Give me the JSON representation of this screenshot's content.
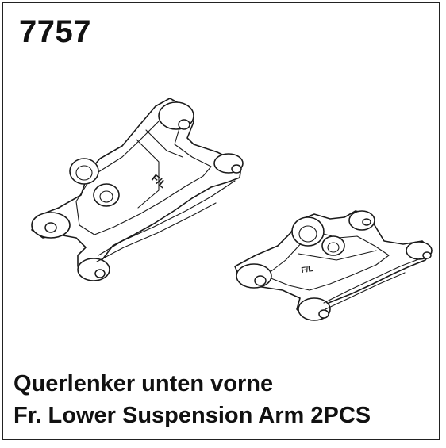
{
  "part_number": "7757",
  "caption": {
    "german": "Querlenker unten vorne",
    "english": "Fr. Lower Suspension Arm 2PCS"
  },
  "drawing": {
    "arm_marking": "F/L",
    "line_color": "#1a1a1a"
  }
}
